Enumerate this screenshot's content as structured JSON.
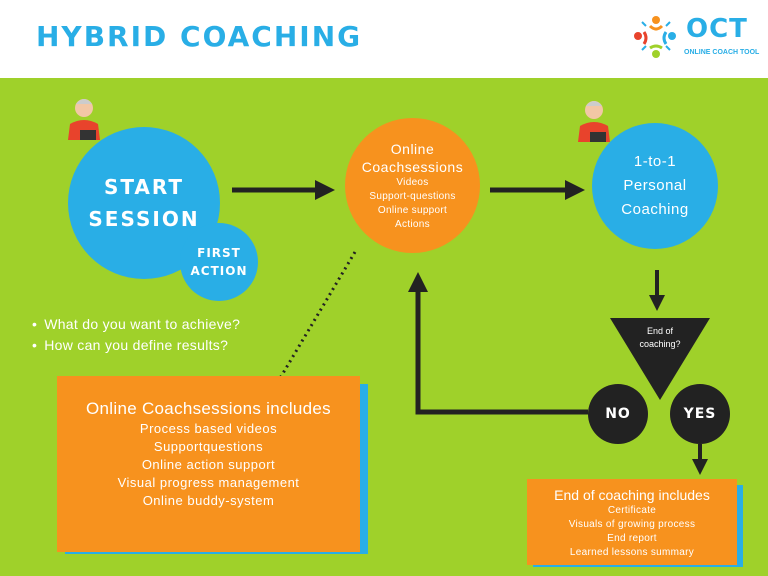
{
  "header": {
    "title": "HYBRID COACHING",
    "logo_name": "OCT",
    "logo_subtitle": "ONLINE COACH TOOL"
  },
  "nodes": {
    "start": {
      "line1": "START",
      "line2": "SESSION"
    },
    "first_action": {
      "line1": "FIRST",
      "line2": "ACTION"
    },
    "online": {
      "title1": "Online",
      "title2": "Coachsessions",
      "items": [
        "Videos",
        "Support-questions",
        "Online support",
        "Actions"
      ]
    },
    "personal": {
      "line1": "1-to-1",
      "line2": "Personal",
      "line3": "Coaching"
    },
    "decision": {
      "line1": "End of",
      "line2": "coaching?"
    },
    "no": "NO",
    "yes": "YES"
  },
  "questions": [
    "What do you want to achieve?",
    "How can you define results?"
  ],
  "online_includes": {
    "title": "Online Coachsessions includes",
    "items": [
      "Process based videos",
      "Supportquestions",
      "Online action support",
      "Visual progress management",
      "Online buddy-system"
    ]
  },
  "end_includes": {
    "title": "End of coaching includes",
    "items": [
      "Certificate",
      "Visuals of growing process",
      "End report",
      "Learned lessons summary"
    ]
  },
  "colors": {
    "background": "#9fd12a",
    "blue": "#29aee6",
    "orange": "#f7921e",
    "dark": "#222222"
  }
}
